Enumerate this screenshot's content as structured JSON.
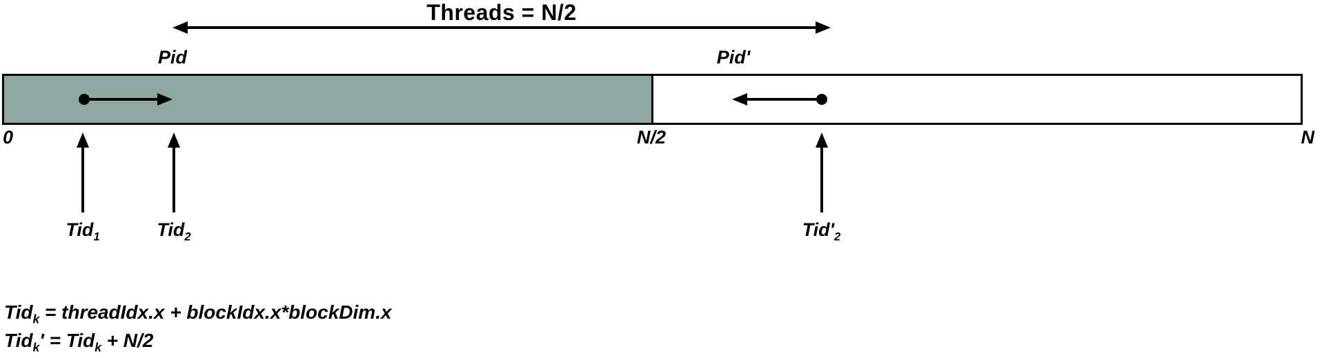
{
  "colors": {
    "array-fill": "#8EA8A1",
    "ink": "#000000"
  },
  "header": {
    "threads_label": "Threads = N/2"
  },
  "array": {
    "pid_label": "Pid",
    "pid_prime_label": "Pid'",
    "tick_start": "0",
    "tick_mid": "N/2",
    "tick_end": "N"
  },
  "pointers": {
    "tid1": {
      "base": "Tid",
      "sub": "1"
    },
    "tid2": {
      "base": "Tid",
      "sub": "2"
    },
    "tid2_prime": {
      "base": "Tid'",
      "sub": "2"
    }
  },
  "formulas": {
    "f1": {
      "p1": "Tid",
      "sub1": "k",
      "p2": " = threadIdx.x + blockIdx.x*blockDim.x"
    },
    "f2": {
      "p1": "Tid",
      "sub1": "k",
      "p2": "' = Tid",
      "sub2": "k",
      "p3": " + N/2"
    }
  }
}
